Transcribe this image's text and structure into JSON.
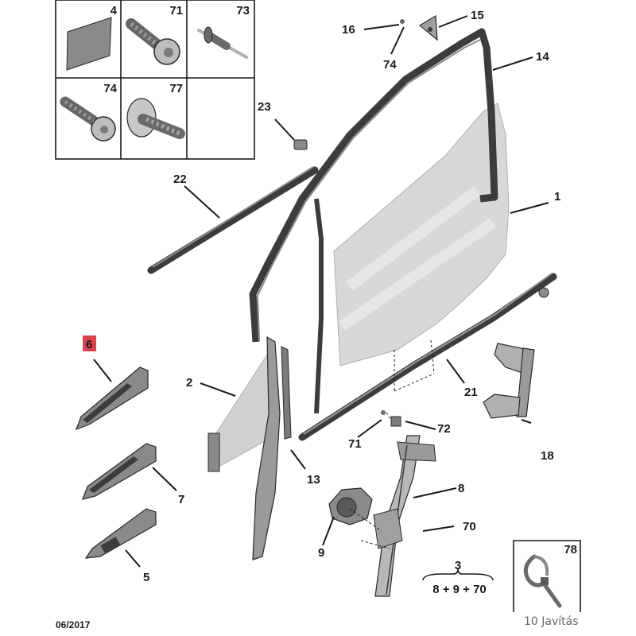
{
  "colors": {
    "highlight": "#d9434f",
    "glass": "#d8d8d8",
    "part_dark": "#3c3c3c",
    "part_mid": "#8a8a8a",
    "part_light": "#c4c4c4",
    "line": "#1a1a1a"
  },
  "fastener_grid": {
    "cells": [
      {
        "label": "4",
        "icon": "gasket-pad-icon"
      },
      {
        "label": "71",
        "icon": "torx-screw-icon"
      },
      {
        "label": "73",
        "icon": "rivet-icon"
      },
      {
        "label": "74",
        "icon": "torx-screw-icon"
      },
      {
        "label": "77",
        "icon": "flange-screw-icon"
      }
    ]
  },
  "callouts": {
    "c1": "1",
    "c2": "2",
    "c5": "5",
    "c6": "6",
    "c7": "7",
    "c8": "8",
    "c9": "9",
    "c13": "13",
    "c14": "14",
    "c15": "15",
    "c16": "16",
    "c18": "18",
    "c21": "21",
    "c22": "22",
    "c23": "23",
    "c70": "70",
    "c71": "71",
    "c72": "72",
    "c74": "74"
  },
  "assembly": {
    "number": "3",
    "formula": "8 + 9 + 70"
  },
  "cable_tie_box": {
    "label": "78",
    "icon": "cable-tie-icon"
  },
  "footer": {
    "date": "06/2017",
    "watermark": "10 Javítás"
  }
}
